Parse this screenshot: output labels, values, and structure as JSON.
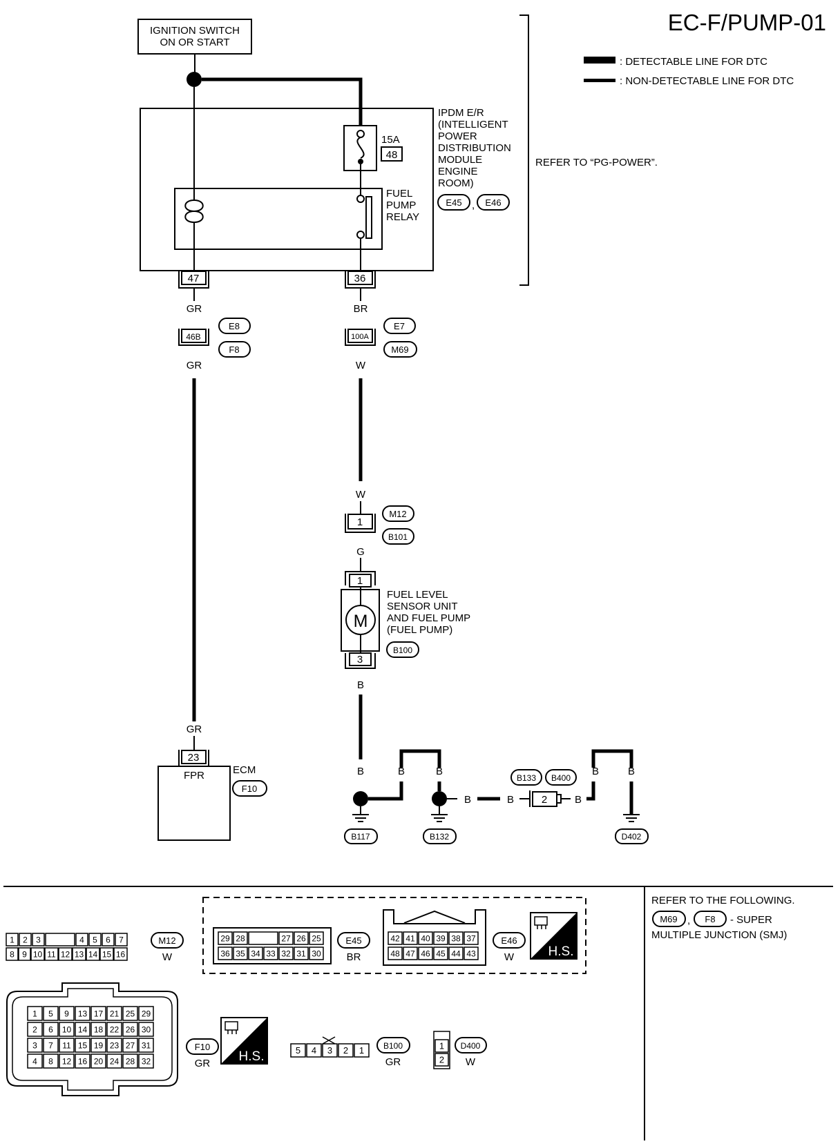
{
  "header": {
    "page_code": "EC-F/PUMP-01",
    "legend": {
      "detectable": ": DETECTABLE LINE FOR DTC",
      "non_detectable": ": NON-DETECTABLE LINE FOR DTC"
    }
  },
  "ignition": {
    "line1": "IGNITION SWITCH",
    "line2": "ON OR START"
  },
  "ipdm": {
    "lines": [
      "IPDM E/R",
      "(INTELLIGENT",
      "POWER",
      "DISTRIBUTION",
      "MODULE",
      "ENGINE",
      "ROOM)"
    ],
    "connectors": [
      "E45",
      "E46"
    ],
    "comma": ",",
    "refer": "REFER TO “PG-POWER”.",
    "fuse_rating": "15A",
    "fuse_no": "48",
    "relay_lines": [
      "FUEL",
      "PUMP",
      "RELAY"
    ],
    "terminal_left": "47",
    "terminal_right": "36"
  },
  "wires": {
    "gr1": "GR",
    "gr2": "GR",
    "gr3": "GR",
    "br": "BR",
    "w1": "W",
    "w2": "W",
    "g": "G",
    "b1": "B",
    "b2": "B",
    "b3": "B",
    "b4": "B",
    "b5": "B",
    "b6": "B",
    "b7": "B",
    "b8": "B",
    "b9": "B"
  },
  "junctions": {
    "left": {
      "terminal": "46B",
      "top": "E8",
      "bottom": "F8"
    },
    "right": {
      "terminal": "100A",
      "top": "E7",
      "bottom": "M69"
    },
    "m12": {
      "terminal": "1",
      "top": "M12",
      "bottom": "B101"
    },
    "b133": {
      "terminal": "2",
      "left": "B133",
      "right": "B400"
    }
  },
  "fuel_pump": {
    "lines": [
      "FUEL LEVEL",
      "SENSOR UNIT",
      "AND FUEL PUMP",
      "(FUEL PUMP)"
    ],
    "connector": "B100",
    "pin_top": "1",
    "pin_bottom": "3",
    "motor": "M"
  },
  "ecm": {
    "label": "ECM",
    "connector": "F10",
    "pin": "23",
    "pin_label": "FPR"
  },
  "grounds": [
    "B117",
    "B132",
    "D402"
  ],
  "bottom": {
    "refer_lines": [
      "REFER TO THE FOLLOWING.",
      "- SUPER",
      "MULTIPLE JUNCTION (SMJ)"
    ],
    "refer_connectors": [
      "M69",
      "F8"
    ],
    "m12": {
      "row1": [
        "1",
        "2",
        "3",
        "",
        "4",
        "5",
        "6",
        "7"
      ],
      "row2": [
        "8",
        "9",
        "10",
        "11",
        "12",
        "13",
        "14",
        "15",
        "16"
      ],
      "id": "M12",
      "color": "W"
    },
    "e45": {
      "row1": [
        "29",
        "28",
        "",
        "27",
        "26",
        "25"
      ],
      "row2": [
        "36",
        "35",
        "34",
        "33",
        "32",
        "31",
        "30"
      ],
      "id": "E45",
      "color": "BR"
    },
    "e46": {
      "row1": [
        "42",
        "41",
        "40",
        "39",
        "38",
        "37"
      ],
      "row2": [
        "48",
        "47",
        "46",
        "45",
        "44",
        "43"
      ],
      "id": "E46",
      "color": "W"
    },
    "hs": "H.S.",
    "f10": {
      "rows": [
        [
          "1",
          "5",
          "9",
          "13",
          "17",
          "21",
          "25",
          "29"
        ],
        [
          "2",
          "6",
          "10",
          "14",
          "18",
          "22",
          "26",
          "30"
        ],
        [
          "3",
          "7",
          "11",
          "15",
          "19",
          "23",
          "27",
          "31"
        ],
        [
          "4",
          "8",
          "12",
          "16",
          "20",
          "24",
          "28",
          "32"
        ]
      ],
      "id": "F10",
      "color": "GR"
    },
    "b100": {
      "pins": [
        "5",
        "4",
        "3",
        "2",
        "1"
      ],
      "id": "B100",
      "color": "GR"
    },
    "d400": {
      "pins": [
        "1",
        "2"
      ],
      "id": "D400",
      "color": "W"
    }
  }
}
